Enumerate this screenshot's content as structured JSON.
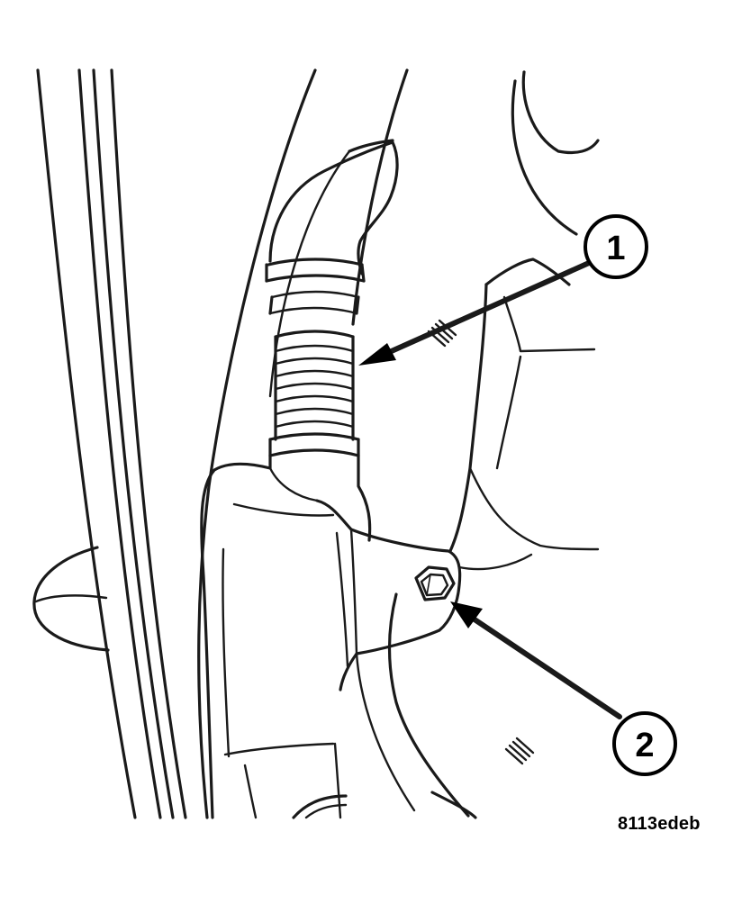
{
  "callouts": [
    {
      "id": "1",
      "label": "1"
    },
    {
      "id": "2",
      "label": "2"
    }
  ],
  "figure_code": "8113edeb",
  "colors": {
    "ink": "#000000",
    "background": "#ffffff"
  }
}
